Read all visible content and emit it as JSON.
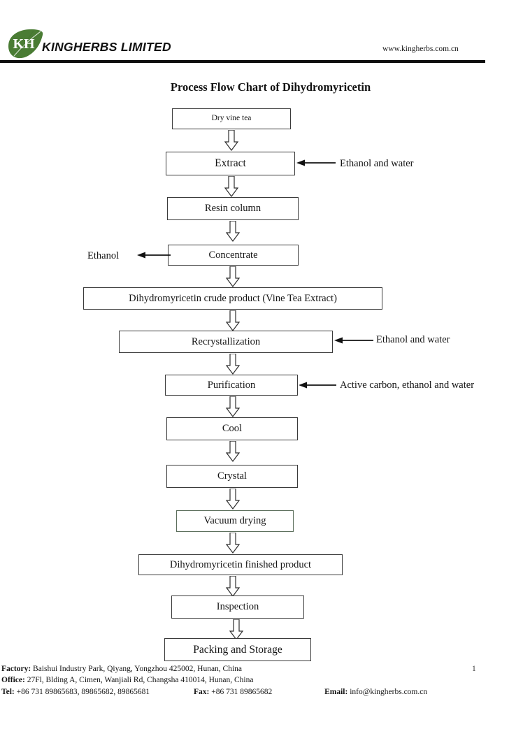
{
  "header": {
    "logo_text": "KH",
    "logo_icon": "leaf-icon",
    "logo_color": "#4a7c34",
    "company_name": "KINGHERBS LIMITED",
    "website": "www.kingherbs.com.cn"
  },
  "title": "Process Flow Chart of Dihydromyricetin",
  "chart_data": {
    "type": "diagram",
    "title": "Process Flow Chart of Dihydromyricetin",
    "orientation": "top-to-bottom",
    "connector": "hollow-down-arrow",
    "steps": [
      {
        "label": "Dry vine tea"
      },
      {
        "label": "Extract"
      },
      {
        "label": "Resin column"
      },
      {
        "label": "Concentrate"
      },
      {
        "label": "Dihydromyricetin crude product (Vine Tea Extract)"
      },
      {
        "label": "Recrystallization"
      },
      {
        "label": "Purification"
      },
      {
        "label": "Cool"
      },
      {
        "label": "Crystal"
      },
      {
        "label": "Vacuum drying"
      },
      {
        "label": "Dihydromyricetin finished product"
      },
      {
        "label": "Inspection"
      },
      {
        "label": "Packing and Storage"
      }
    ],
    "inputs": [
      {
        "label": "Ethanol and water",
        "into_step": "Extract",
        "direction": "left"
      },
      {
        "label": "Ethanol and water",
        "into_step": "Recrystallization",
        "direction": "left"
      },
      {
        "label": "Active carbon, ethanol and water",
        "into_step": "Purification",
        "direction": "left"
      }
    ],
    "outputs": [
      {
        "label": "Ethanol",
        "from_step": "Concentrate",
        "direction": "left"
      }
    ]
  },
  "footer": {
    "factory_label": "Factory:",
    "factory_value": "Baishui Industry Park, Qiyang, Yongzhou 425002, Hunan, China",
    "office_label": "Office:",
    "office_value": "27Fl, Blding A, Cimen, Wanjiali Rd, Changsha 410014, Hunan, China",
    "tel_label": "Tel:",
    "tel_value": "+86 731 89865683, 89865682, 89865681",
    "fax_label": "Fax:",
    "fax_value": "+86 731 89865682",
    "email_label": "Email:",
    "email_value": "info@kingherbs.com.cn",
    "page_number": "1"
  }
}
